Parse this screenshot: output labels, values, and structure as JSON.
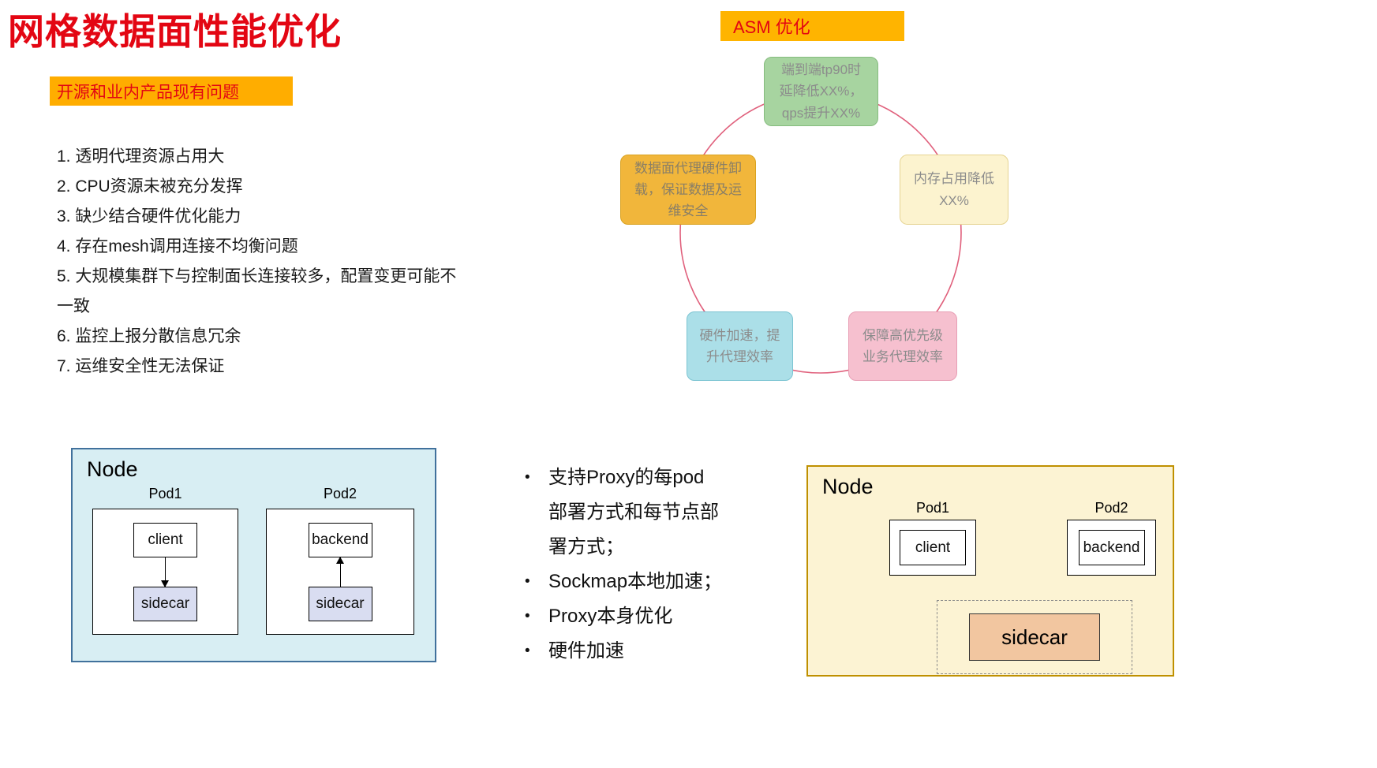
{
  "page": {
    "title": "网格数据面性能优化"
  },
  "colors": {
    "accent_red": "#E30613",
    "highlight_orange": "#FFAD00",
    "bubble_green": "#A7D4A0",
    "bubble_orange": "#F1B63B",
    "bubble_cream": "#FCF3CF",
    "bubble_cyan": "#ABDFE8",
    "bubble_pink": "#F6C0CF",
    "node_left_bg": "#D8EEF3",
    "node_right_bg": "#FCF3D3",
    "sidecar_lavender": "#D9DDF1",
    "sidecar_peach": "#F2C6A0",
    "arc_red": "#E0607C"
  },
  "problems": {
    "header": "开源和业内产品现有问题",
    "items": [
      "1. 透明代理资源占用大",
      "2. CPU资源未被充分发挥",
      "3. 缺少结合硬件优化能力",
      "4. 存在mesh调用连接不均衡问题",
      "5. 大规模集群下与控制面长连接较多，配置变更可能不\n一致",
      "6. 监控上报分散信息冗余",
      "7. 运维安全性无法保证"
    ]
  },
  "asm": {
    "header": "ASM 优化",
    "bubbles": [
      {
        "name": "end-to-end-gain",
        "text": "端到端tp90时\n延降低XX%，\nqps提升XX%"
      },
      {
        "name": "hardware-offload-security",
        "text": "数据面代理硬件卸\n载，保证数据及运\n维安全"
      },
      {
        "name": "memory-reduction",
        "text": "内存占用降低\nXX%"
      },
      {
        "name": "hardware-acceleration",
        "text": "硬件加速，提\n升代理效率"
      },
      {
        "name": "high-priority-traffic",
        "text": "保障高优先级\n业务代理效率"
      }
    ]
  },
  "node_left": {
    "title": "Node",
    "pod1": {
      "label": "Pod1",
      "top_box": "client",
      "bottom_box": "sidecar"
    },
    "pod2": {
      "label": "Pod2",
      "top_box": "backend",
      "bottom_box": "sidecar"
    }
  },
  "solutions": {
    "items": [
      "支持Proxy的每pod\n部署方式和每节点部\n署方式；",
      "Sockmap本地加速；",
      "Proxy本身优化",
      "硬件加速"
    ]
  },
  "node_right": {
    "title": "Node",
    "pod1": {
      "label": "Pod1",
      "box": "client"
    },
    "pod2": {
      "label": "Pod2",
      "box": "backend"
    },
    "sidecar_label": "sidecar"
  }
}
